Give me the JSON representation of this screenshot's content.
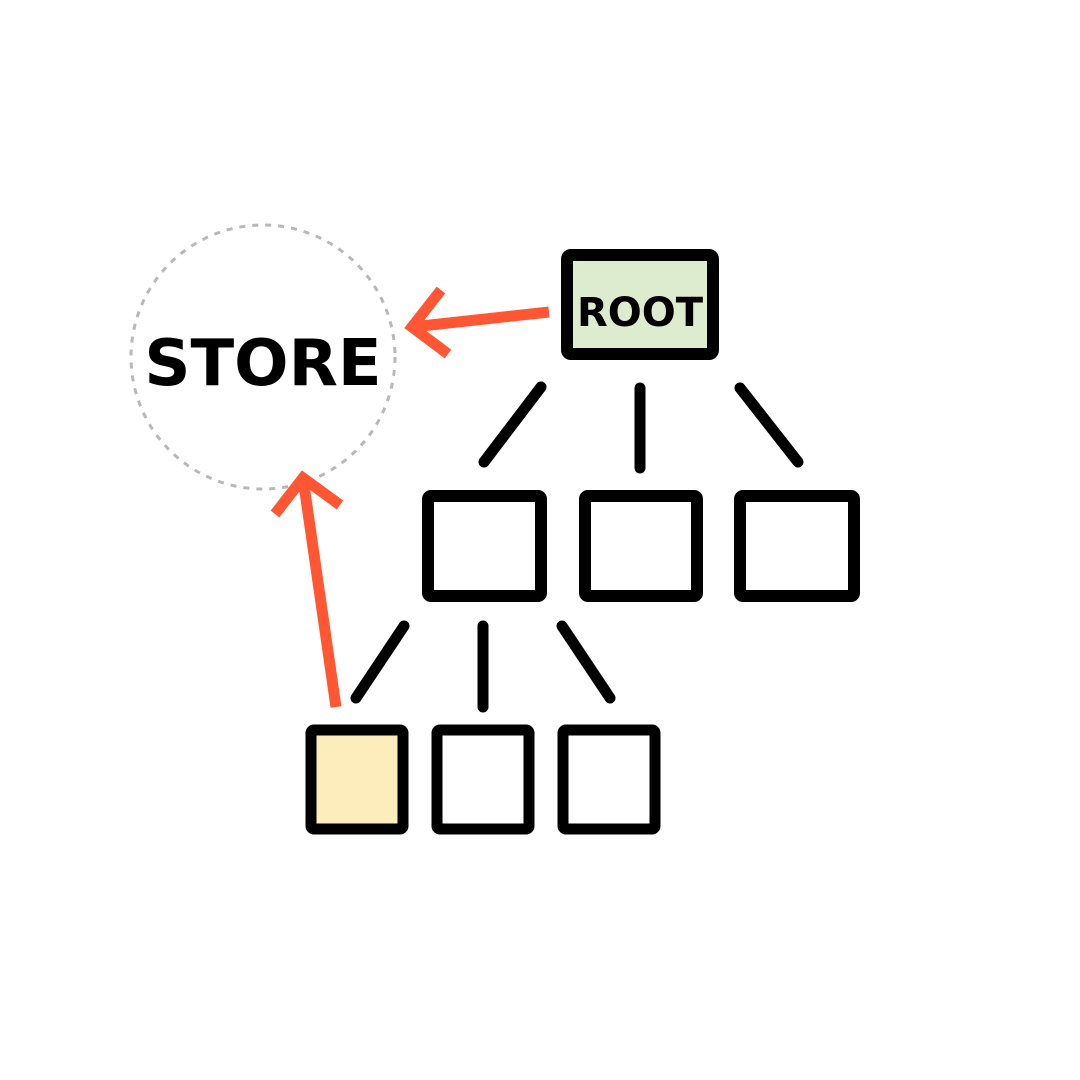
{
  "diagram": {
    "store": {
      "label": "STORE"
    },
    "root": {
      "label": "ROOT"
    },
    "colors": {
      "stroke": "#000000",
      "arrow": "#ff5733",
      "dashed_circle": "#b8b8b8",
      "root_fill": "#ddeccf",
      "highlight_fill": "#fdecbc",
      "node_fill": "#ffffff",
      "background": "#ffffff"
    },
    "tree": {
      "levels": [
        {
          "level": 0,
          "nodes": [
            "root"
          ]
        },
        {
          "level": 1,
          "nodes": [
            "child-1",
            "child-2",
            "child-3"
          ]
        },
        {
          "level": 2,
          "nodes": [
            "grandchild-1",
            "grandchild-2",
            "grandchild-3"
          ]
        }
      ],
      "highlighted_node": "grandchild-1"
    },
    "arrows": [
      {
        "from": "root",
        "to": "store"
      },
      {
        "from": "grandchild-1",
        "to": "store"
      }
    ]
  }
}
